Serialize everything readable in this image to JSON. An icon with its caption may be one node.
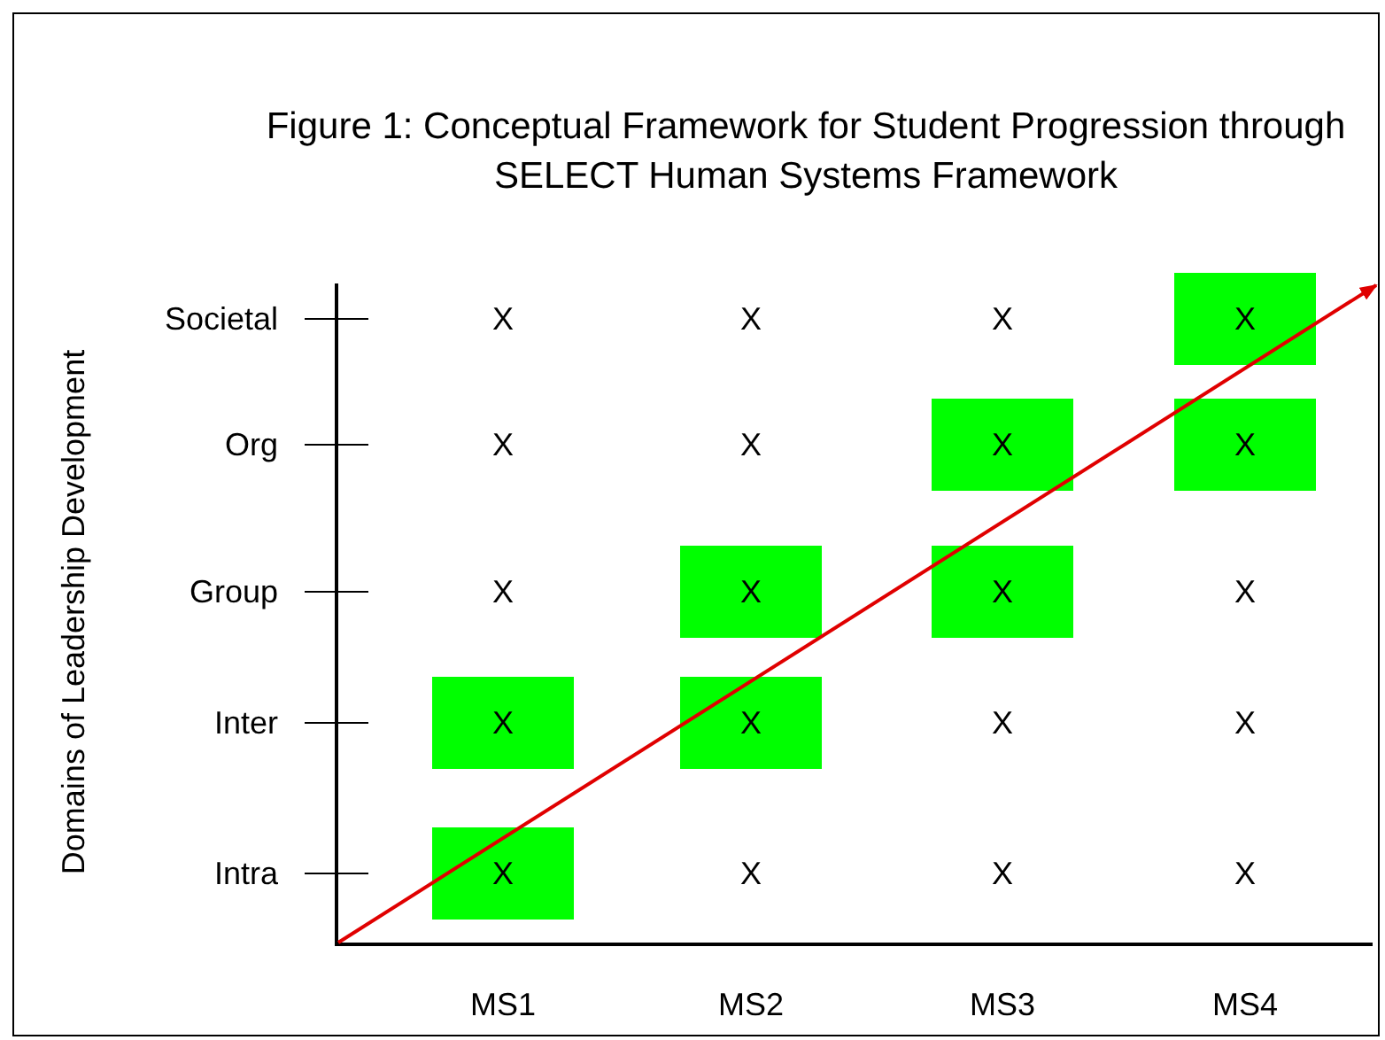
{
  "diagram": {
    "title": "Figure 1: Conceptual Framework for Student Progression through SELECT Human Systems Framework",
    "nodes": [
      {
        "text": [
          "X"
        ]
      },
      {
        "text": [
          "X"
        ]
      },
      {
        "text": [
          "X"
        ]
      },
      {
        "text": [
          "X"
        ]
      },
      {
        "text": [
          "X"
        ]
      },
      {
        "text": [
          "X"
        ]
      },
      {
        "text": [
          "X"
        ]
      },
      {
        "text": [
          "X"
        ]
      }
    ],
    "labels": [
      "Domains of Leadership Development",
      "Societal",
      "X",
      "X",
      "X",
      "Org",
      "X",
      "X",
      "Group",
      "X",
      "X",
      "Inter",
      "X",
      "X",
      "Intra",
      "X",
      "X",
      "X",
      "MS1",
      "MS2",
      "MS3",
      "MS4"
    ]
  }
}
